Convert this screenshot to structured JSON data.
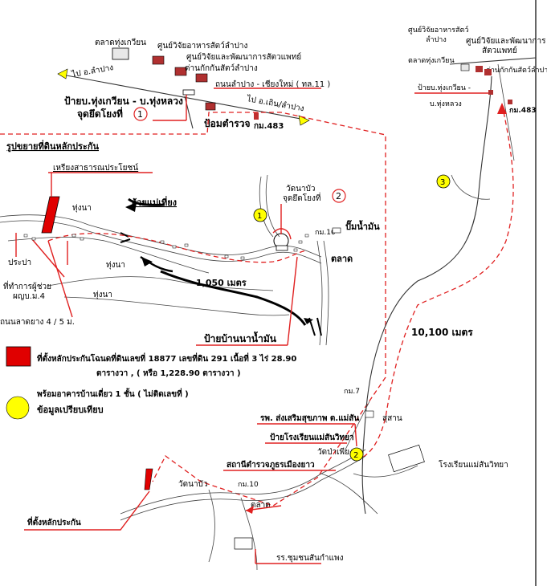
{
  "labels": {
    "market_top": "ตลาดทุ่งเกวียน",
    "research_center_top": "ศูนย์วิจัยอาหารสัตว์ลำปาง",
    "research_center_top2": "ศูนย์วิจัยและพัฒนาการสัตวแพทย์",
    "quarantine": "ด่านกักกันสัตว์ลำปาง",
    "road_name": "ถนนลำปาง - เชียงใหม่ ( ทล.11 )",
    "to_lampang": "ไป อ.ลำปาง",
    "to_chiangmai": "ไป อ.เถิน/ลำปาง",
    "junction1_a": "ป้ายบ.ทุ่งเกวียน - บ.ทุ่งหลวง",
    "junction1_b": "จุดยึดโยงที่",
    "junction1_num": "1",
    "police_box": "ป้อมตำรวจ",
    "km483": "กม.483",
    "enlarged_title": "รูปขยายที่ดินหลักประกัน",
    "water_tower": "เหรียงสาธารณประโยชน์",
    "rice_field1": "ทุ่งนา",
    "rice_field2": "ทุ่งนา",
    "rice_field3": "ทุ่งนา",
    "creek": "ห้วยแม่เที่ยง",
    "temple": "วัดนาบัว",
    "junction2": "จุดยึดโยงที่",
    "junction2_num": "2",
    "km10": "กม.10",
    "water_pump": "ปั๊มน้ำมัน",
    "market2": "ตลาด",
    "distance_small": "1,050 เมตร",
    "prapa": "ประปา",
    "office_a": "ที่ทำการผู้ช่วย",
    "office_b": "ผญบ.ม.4",
    "asphalt_road": "ถนนลาดยาง 4 / 5 ม.",
    "nanamun_sign": "ป้ายบ้านนาน้ำมัน",
    "legend_red_a": "ที่ตั้งหลักประกันโฉนดที่ดินเลขที่ 18877 เลขที่ดิน 291 เนื้อที่ 3 ไร่ 28.90",
    "legend_red_b": "ตารางวา , ( หรือ 1,228.90 ตารางวา )",
    "legend_red_c": "พร้อมอาคารบ้านเดี่ยว 1 ชั้น ( ไม่ติดเลขที่ )",
    "legend_yellow": "ข้อมูลเปรียบเทียบ",
    "distance_main": "10,100 เมตร",
    "rt_research1": "ศูนย์วิจัยอาหารสัตว์",
    "rt_research1b": "ลำปาง",
    "rt_research2": "ศูนย์วิจัยและพัฒนาการ",
    "rt_research2b": "สัตวแพทย์",
    "rt_market": "ตลาดทุ่งเกวียน",
    "rt_quarantine": "ด่านกักกันสัตว์ลำปาง",
    "rt_junction_a": "ป้ายบ.ทุ่งเกวียน -",
    "rt_junction_b": "บ.ทุ่งหลวง",
    "rt_km483": "กม.483",
    "km7": "กม.7",
    "hospital": "รพ. ส่งเสริมสุขภาพ ต.แม่สัน",
    "cemetery": "สุสาน",
    "school_sign": "ป้ายโรงเรียนแม่สันวิทยา",
    "wat_pa": "วัดป่าเพียง",
    "police_station": "สถานีตำรวจภูธรเมืองยาว",
    "school": "โรงเรียนแม่สันวิทยา",
    "wat_nabua2": "วัดนาบัว",
    "km10b": "กม.10",
    "market3": "ตลาด",
    "collateral_loc": "ที่ตั้งหลักประกัน",
    "school2": "รร.ชุมชนสันกำแพง",
    "marker1": "1",
    "marker2": "2",
    "marker3": "3"
  },
  "colors": {
    "marker_fill": "#ffff00",
    "accent_red": "#e02020",
    "parcel_red": "#e00000"
  }
}
